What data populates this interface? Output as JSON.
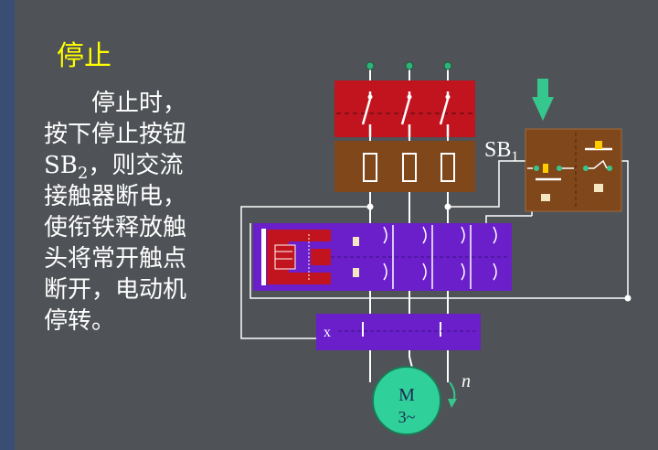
{
  "slide": {
    "title": "停止",
    "lines": [
      "停止时，",
      "按下停止按钮",
      "SB",
      "2",
      "，则交流",
      "接触器断电，",
      "使衔铁释放触",
      "头将常开触点",
      "断开，电动机",
      "停转。"
    ]
  },
  "diagram": {
    "sb1_label": "SB",
    "sb1_sub": "1",
    "motor_label": "M",
    "motor_sub_label": "3~",
    "rotation_label": "n",
    "coil_x_label": "x",
    "colors": {
      "background": "#4f5256",
      "title": "#ffff00",
      "breaker": "#c2141e",
      "fuse_block": "#80471b",
      "contactor": "#6a1fcb",
      "motor": "#2fd09a",
      "arrow": "#35c78d",
      "wire": "#ffffff"
    }
  }
}
